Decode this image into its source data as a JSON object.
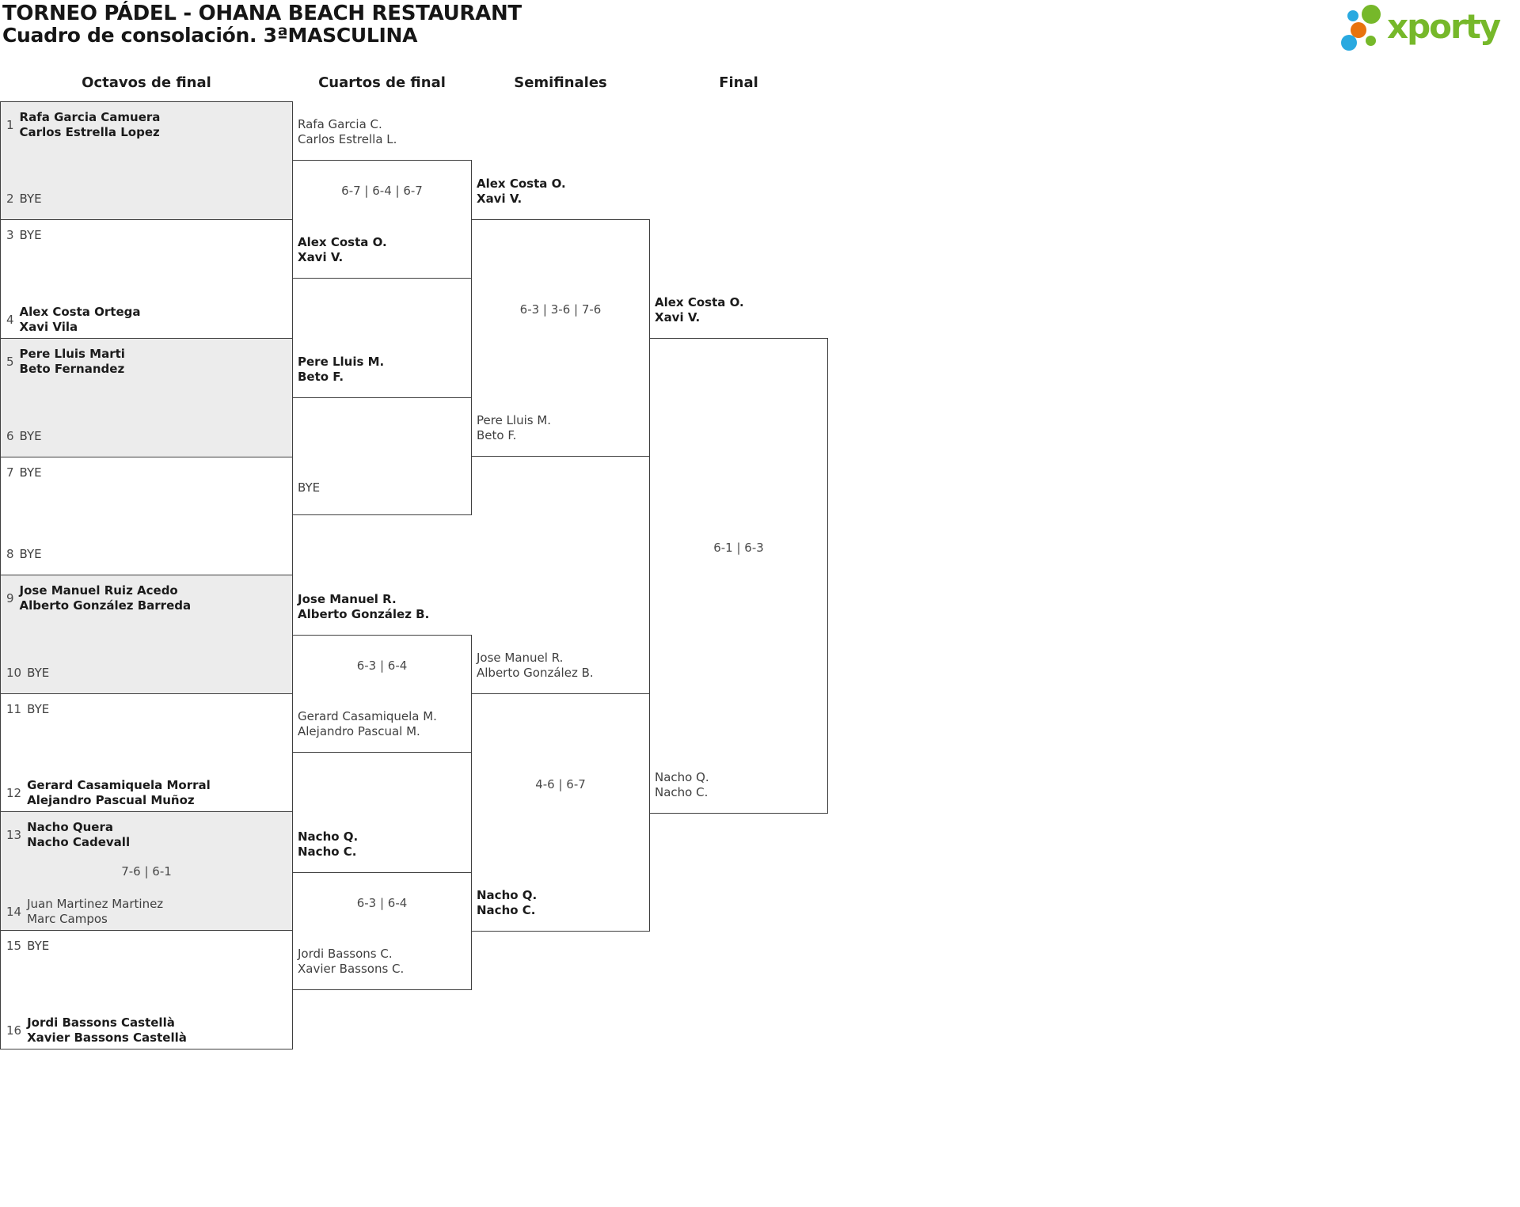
{
  "header": {
    "title": "TORNEO PÁDEL - OHANA BEACH RESTAURANT",
    "subtitle": "Cuadro de consolación. 3ªMASCULINA"
  },
  "logo": {
    "text": "xporty",
    "green": "#76b82a",
    "blue": "#29a9e0",
    "orange": "#e8730d"
  },
  "rounds": [
    {
      "label": "Octavos de final"
    },
    {
      "label": "Cuartos de final"
    },
    {
      "label": "Semifinales"
    },
    {
      "label": "Final"
    }
  ],
  "octavos": {
    "seeds": [
      {
        "n": "1",
        "l1": "Rafa Garcia Camuera",
        "l2": "Carlos Estrella Lopez"
      },
      {
        "n": "2",
        "l1": "BYE",
        "l2": ""
      },
      {
        "n": "3",
        "l1": "BYE",
        "l2": ""
      },
      {
        "n": "4",
        "l1": "Alex Costa Ortega",
        "l2": "Xavi Vila"
      },
      {
        "n": "5",
        "l1": "Pere Lluis Marti",
        "l2": "Beto Fernandez"
      },
      {
        "n": "6",
        "l1": "BYE",
        "l2": ""
      },
      {
        "n": "7",
        "l1": "BYE",
        "l2": ""
      },
      {
        "n": "8",
        "l1": "BYE",
        "l2": ""
      },
      {
        "n": "9",
        "l1": "Jose Manuel Ruiz Acedo",
        "l2": "Alberto González Barreda"
      },
      {
        "n": "10",
        "l1": "BYE",
        "l2": ""
      },
      {
        "n": "11",
        "l1": "BYE",
        "l2": ""
      },
      {
        "n": "12",
        "l1": "Gerard Casamiquela Morral",
        "l2": "Alejandro Pascual Muñoz"
      },
      {
        "n": "13",
        "l1": "Nacho Quera",
        "l2": "Nacho Cadevall"
      },
      {
        "n": "14",
        "l1": "Juan Martinez Martinez",
        "l2": "Marc Campos"
      },
      {
        "n": "15",
        "l1": "BYE",
        "l2": ""
      },
      {
        "n": "16",
        "l1": "Jordi Bassons Castellà",
        "l2": "Xavier Bassons Castellà"
      }
    ],
    "match7_score": "7-6 | 6-1"
  },
  "cuartos": [
    {
      "top1": "Rafa Garcia C.",
      "top2": "Carlos Estrella L.",
      "bot1": "Alex Costa O.",
      "bot2": "Xavi V.",
      "score": "6-7 | 6-4 | 6-7"
    },
    {
      "top1": "Pere Lluis M.",
      "top2": "Beto F.",
      "bot1": "BYE",
      "bot2": "",
      "score": ""
    },
    {
      "top1": "Jose Manuel R.",
      "top2": "Alberto González B.",
      "bot1": "Gerard Casamiquela M.",
      "bot2": "Alejandro Pascual M.",
      "score": "6-3 | 6-4"
    },
    {
      "top1": "Nacho Q.",
      "top2": "Nacho C.",
      "bot1": "Jordi Bassons C.",
      "bot2": "Xavier Bassons C.",
      "score": "6-3 | 6-4"
    }
  ],
  "semifinales": [
    {
      "top1": "Alex Costa O.",
      "top2": "Xavi V.",
      "bot1": "Pere Lluis M.",
      "bot2": "Beto F.",
      "score": "6-3 | 3-6 | 7-6"
    },
    {
      "top1": "Jose Manuel R.",
      "top2": "Alberto González B.",
      "bot1": "Nacho Q.",
      "bot2": "Nacho C.",
      "score": "4-6 | 6-7"
    }
  ],
  "final_match": {
    "top1": "Alex Costa O.",
    "top2": "Xavi V.",
    "bot1": "Nacho Q.",
    "bot2": "Nacho C.",
    "score": "6-1 | 6-3"
  }
}
